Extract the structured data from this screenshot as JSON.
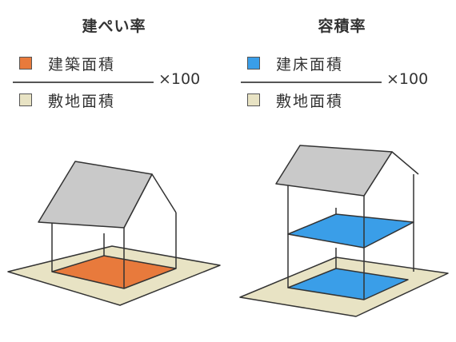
{
  "left": {
    "title": "建ぺい率",
    "numerator": {
      "label": "建築面積",
      "color": "#e87a3c"
    },
    "denominator": {
      "label": "敷地面積",
      "color": "#e8e3c4"
    },
    "multiplier": "×100"
  },
  "right": {
    "title": "容積率",
    "numerator": {
      "label": "建床面積",
      "color": "#3a9ee8"
    },
    "denominator": {
      "label": "敷地面積",
      "color": "#e8e3c4"
    },
    "multiplier": "×100"
  },
  "colors": {
    "ground": "#e8e3c4",
    "roof": "#c9c9c9",
    "outline": "#333333"
  }
}
